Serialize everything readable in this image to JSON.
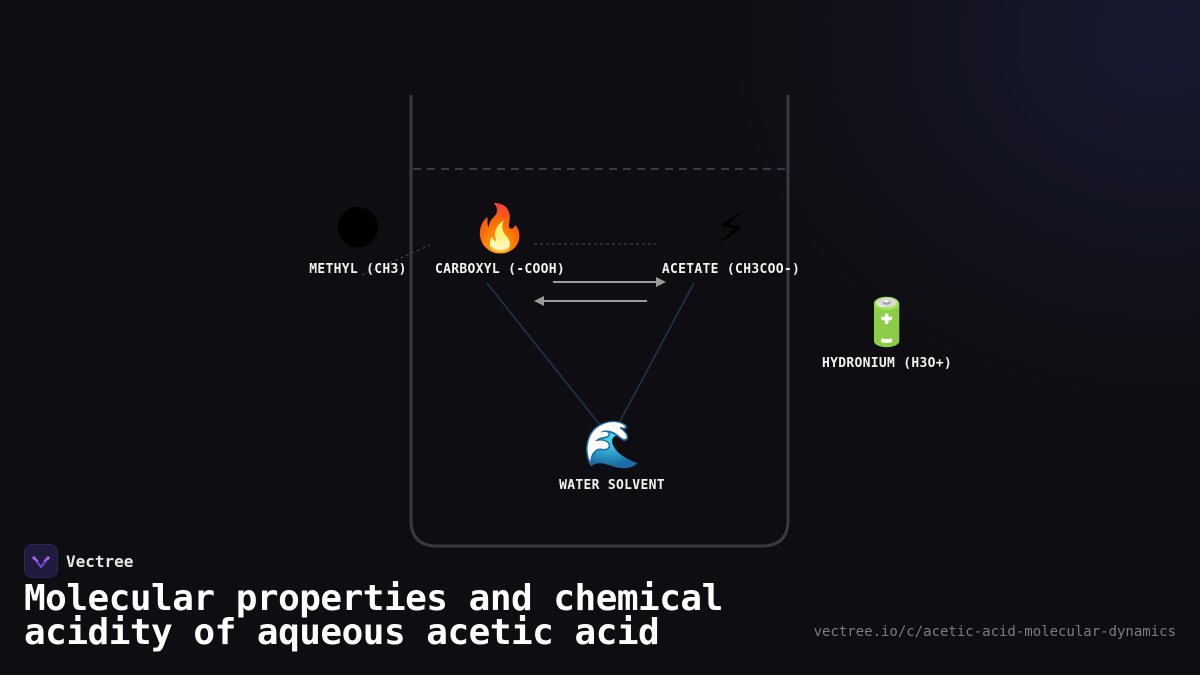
{
  "diagram": {
    "nodes": [
      {
        "id": "methyl",
        "emoji": "🌑",
        "label": "METHYL (CH3)",
        "icon": "new-moon-icon"
      },
      {
        "id": "carboxyl",
        "emoji": "🔥",
        "label": "CARBOXYL (-COOH)",
        "icon": "fire-icon"
      },
      {
        "id": "acetate",
        "emoji": "⚡",
        "label": "ACETATE (CH3COO-)",
        "icon": "lightning-icon"
      },
      {
        "id": "hydronium",
        "emoji": "🔋",
        "label": "HYDRONIUM (H3O+)",
        "icon": "battery-icon"
      },
      {
        "id": "water",
        "emoji": "🌊",
        "label": "WATER SOLVENT",
        "icon": "wave-icon"
      }
    ],
    "colors": {
      "vessel": "#3a3a3e",
      "liquid_line": "#2e3c4e",
      "link": "#1f3550",
      "dashed_link": "#4a4a52",
      "arrow": "#9a9a9a"
    }
  },
  "brand": {
    "name": "Vectree",
    "logo_color": "#7b3fe0"
  },
  "title": "Molecular properties and chemical acidity of aqueous acetic acid",
  "url": "vectree.io/c/acetic-acid-molecular-dynamics"
}
